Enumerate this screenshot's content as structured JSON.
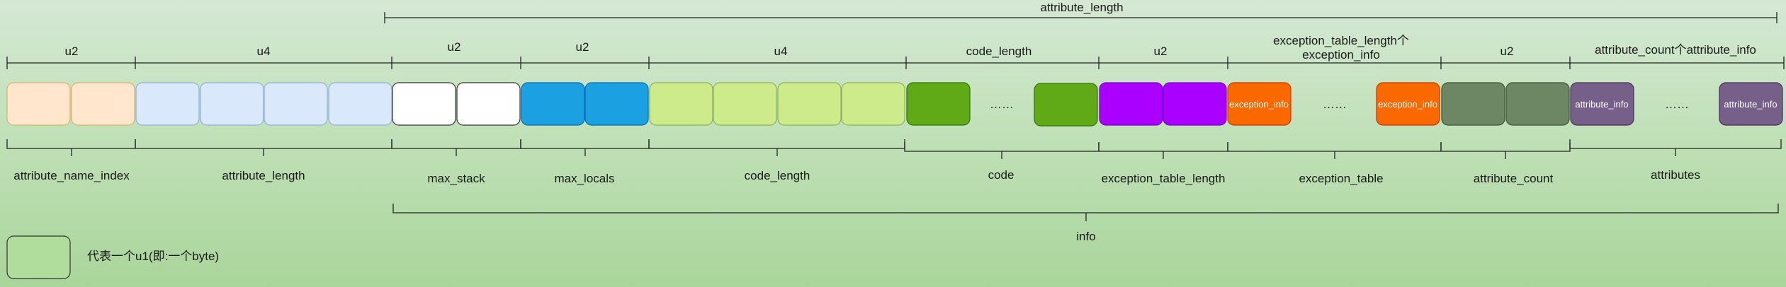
{
  "colors": {
    "attribute_name_index": "#ffe6cc",
    "attribute_name_index_stroke": "#d7b26b",
    "attribute_length": "#dae8fc",
    "attribute_length_stroke": "#8fb0d6",
    "max_stack": "#ffffff",
    "max_stack_stroke": "#333333",
    "max_locals": "#1ba1e2",
    "max_locals_stroke": "#006eaf",
    "code_length": "#cdeb8b",
    "code_length_stroke": "#8cb05a",
    "code": "#60a917",
    "code_stroke": "#2d7600",
    "exception_table_length": "#aa00ff",
    "exception_table_length_stroke": "#7700cc",
    "exception_table": "#fa6800",
    "exception_table_stroke": "#c73500",
    "attribute_count": "#6d8764",
    "attribute_count_stroke": "#3a5431",
    "attributes": "#76608a",
    "attributes_stroke": "#432d57",
    "legend": "#b0dc9c",
    "legend_stroke": "#333333"
  },
  "top": {
    "span_label": "attribute_length"
  },
  "size_labels": {
    "attribute_name_index": "u2",
    "attribute_length": "u4",
    "max_stack": "u2",
    "max_locals": "u2",
    "code_length": "u4",
    "code": "code_length",
    "exception_table_length": "u2",
    "exception_table_line1": "exception_table_length个",
    "exception_table_line2": "exception_info",
    "attribute_count": "u2",
    "attributes": "attribute_count个attribute_info"
  },
  "box_text": {
    "exception_info": "exception_info",
    "attribute_info": "attribute_info",
    "ellipsis": "……"
  },
  "field_labels": {
    "attribute_name_index": "attribute_name_index",
    "attribute_length": "attribute_length",
    "max_stack": "max_stack",
    "max_locals": "max_locals",
    "code_length": "code_length",
    "code": "code",
    "exception_table_length": "exception_table_length",
    "exception_table": "exception_table",
    "attribute_count": "attribute_count",
    "attributes": "attributes"
  },
  "bottom": {
    "span_label": "info"
  },
  "legend": {
    "text": "代表一个u1(即:一个byte)"
  }
}
